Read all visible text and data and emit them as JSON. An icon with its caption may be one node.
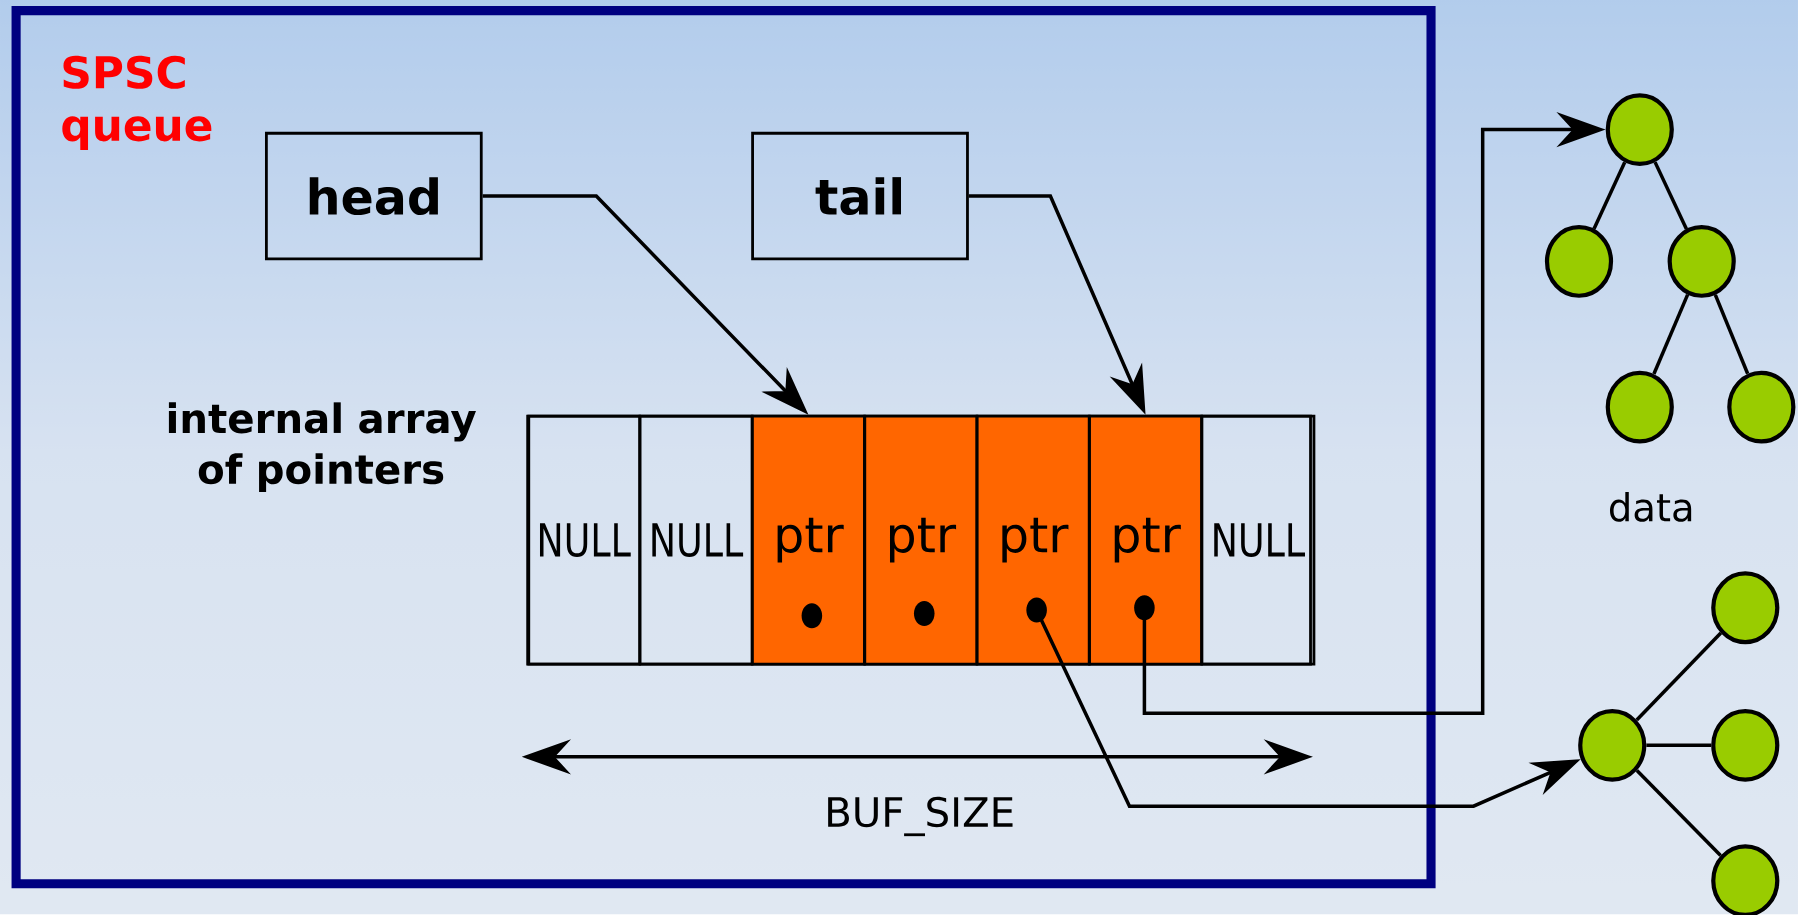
{
  "diagram": {
    "nodes": [
      {
        "text": [
          "SPSC queue"
        ]
      },
      {
        "text": [
          "head"
        ],
        "in": 0
      },
      {
        "text": [
          "tail"
        ],
        "in": 0
      },
      {
        "text": [
          "internal array of pointers"
        ],
        "in": 0
      },
      {
        "text": [
          "NULL"
        ],
        "in": 3
      },
      {
        "text": [
          "NULL"
        ],
        "in": 3
      },
      {
        "text": [
          "ptr"
        ],
        "in": 3
      },
      {
        "text": [
          "ptr"
        ],
        "in": 3
      },
      {
        "text": [
          "ptr"
        ],
        "in": 3
      },
      {
        "text": [
          "ptr"
        ],
        "in": 3
      },
      {
        "text": [
          "NULL"
        ],
        "in": 3
      },
      {
        "text": [],
        "shape": "circle"
      },
      {
        "text": [],
        "shape": "circle"
      },
      {
        "text": [],
        "shape": "circle"
      },
      {
        "text": [],
        "shape": "circle"
      },
      {
        "text": [],
        "shape": "circle"
      },
      {
        "text": [],
        "shape": "circle"
      },
      {
        "text": [],
        "shape": "circle"
      },
      {
        "text": [],
        "shape": "circle"
      },
      {
        "text": [],
        "shape": "circle"
      }
    ],
    "edges": [
      {
        "from": 1,
        "to": 6,
        "arrow": "to"
      },
      {
        "from": 2,
        "to": 9,
        "arrow": "to"
      },
      {
        "from": 9,
        "to": 11,
        "arrow": "to"
      },
      {
        "from": 8,
        "to": 17,
        "arrow": "to"
      },
      {
        "from": 11,
        "to": 12,
        "arrow": "none"
      },
      {
        "from": 11,
        "to": 13,
        "arrow": "none"
      },
      {
        "from": 13,
        "to": 14,
        "arrow": "none"
      },
      {
        "from": 13,
        "to": 15,
        "arrow": "none"
      },
      {
        "from": 17,
        "to": 16,
        "arrow": "none"
      },
      {
        "from": 17,
        "to": 18,
        "arrow": "none"
      },
      {
        "from": 17,
        "to": 19,
        "arrow": "none"
      }
    ],
    "labels": [
      "data",
      "BUF_SIZE"
    ]
  }
}
